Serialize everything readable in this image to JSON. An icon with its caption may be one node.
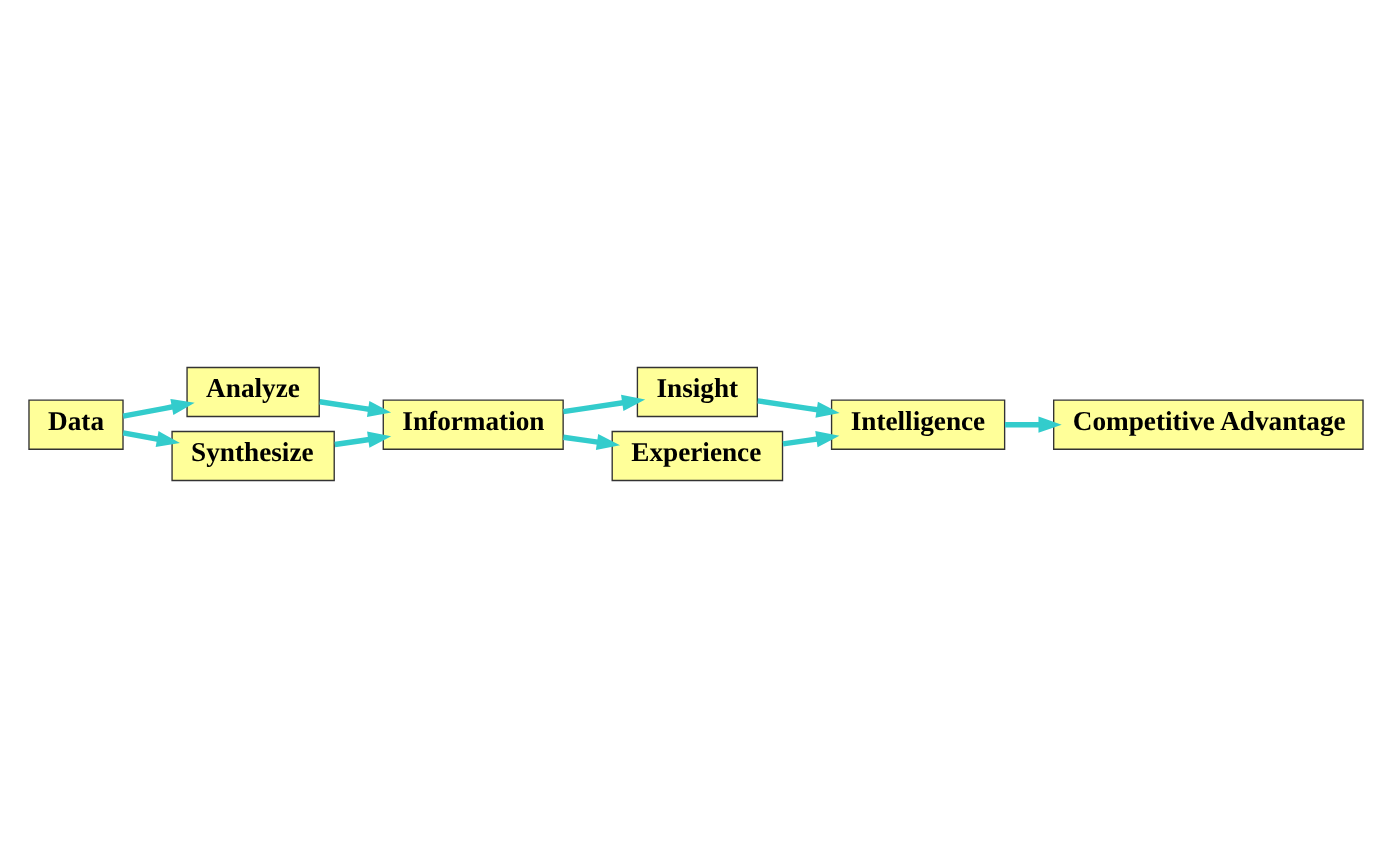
{
  "diagram": {
    "nodes": [
      {
        "text": [
          "Data"
        ]
      },
      {
        "text": [
          "Analyze"
        ]
      },
      {
        "text": [
          "Synthesize"
        ]
      },
      {
        "text": [
          "Information"
        ]
      },
      {
        "text": [
          "Insight"
        ]
      },
      {
        "text": [
          "Experience"
        ]
      },
      {
        "text": [
          "Intelligence"
        ]
      },
      {
        "text": [
          "Competitive Advantage"
        ]
      }
    ],
    "edges": [
      {
        "from": 0,
        "to": 1,
        "arrow": "to"
      },
      {
        "from": 0,
        "to": 2,
        "arrow": "to"
      },
      {
        "from": 1,
        "to": 3,
        "arrow": "to"
      },
      {
        "from": 2,
        "to": 3,
        "arrow": "to"
      },
      {
        "from": 3,
        "to": 4,
        "arrow": "to"
      },
      {
        "from": 3,
        "to": 5,
        "arrow": "to"
      },
      {
        "from": 4,
        "to": 6,
        "arrow": "to"
      },
      {
        "from": 5,
        "to": 6,
        "arrow": "to"
      },
      {
        "from": 6,
        "to": 7,
        "arrow": "to"
      }
    ]
  }
}
